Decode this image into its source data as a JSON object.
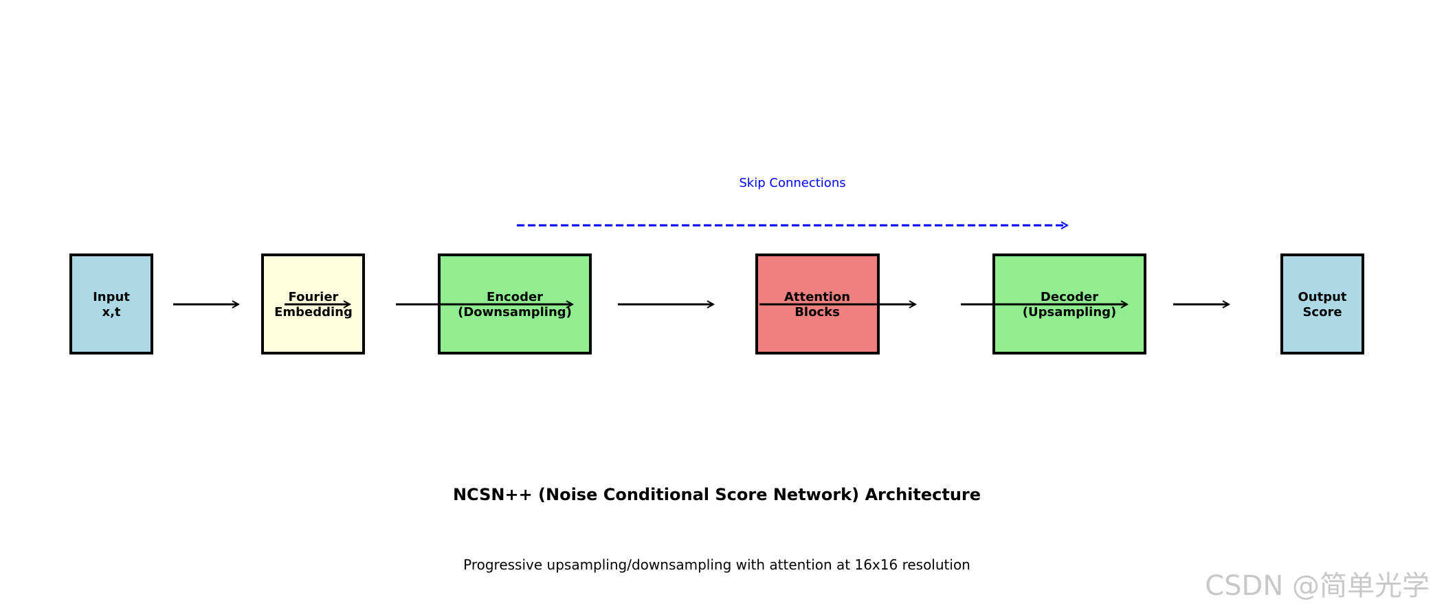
{
  "diagram": {
    "title": "NCSN++ (Noise Conditional Score Network) Architecture",
    "subtitle": "Progressive upsampling/downsampling with attention at 16x16 resolution",
    "skip_label": "Skip Connections",
    "skip_color": "#0000ff",
    "blocks": [
      {
        "id": "input",
        "lines": [
          "Input",
          "x,t"
        ],
        "color": "#add8e6"
      },
      {
        "id": "fourier",
        "lines": [
          "Fourier",
          "Embedding"
        ],
        "color": "#ffffe0"
      },
      {
        "id": "encoder",
        "lines": [
          "Encoder",
          "(Downsampling)"
        ],
        "color": "#90ee90"
      },
      {
        "id": "attention",
        "lines": [
          "Attention",
          "Blocks"
        ],
        "color": "#f08080"
      },
      {
        "id": "decoder",
        "lines": [
          "Decoder",
          "(Upsampling)"
        ],
        "color": "#90ee90"
      },
      {
        "id": "output",
        "lines": [
          "Output",
          "Score"
        ],
        "color": "#add8e6"
      }
    ]
  },
  "watermark": "CSDN @简单光学"
}
